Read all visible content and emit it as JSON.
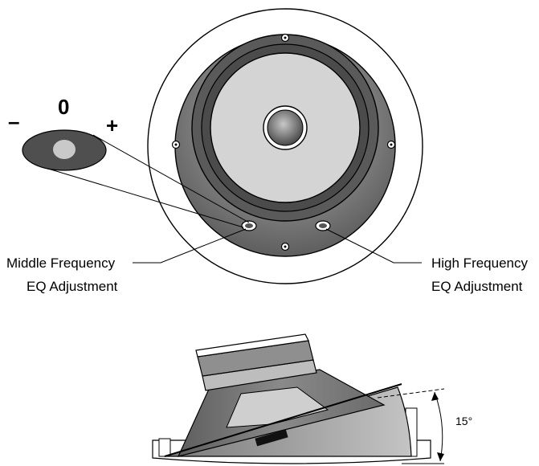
{
  "eq_knob": {
    "minus_label": "–",
    "zero_label": "0",
    "plus_label": "+"
  },
  "callouts": {
    "middle_line1": "Middle Frequency",
    "middle_line2": "EQ Adjustment",
    "high_line1": "High Frequency",
    "high_line2": "EQ Adjustment"
  },
  "side_view": {
    "tilt_angle": "15°"
  }
}
